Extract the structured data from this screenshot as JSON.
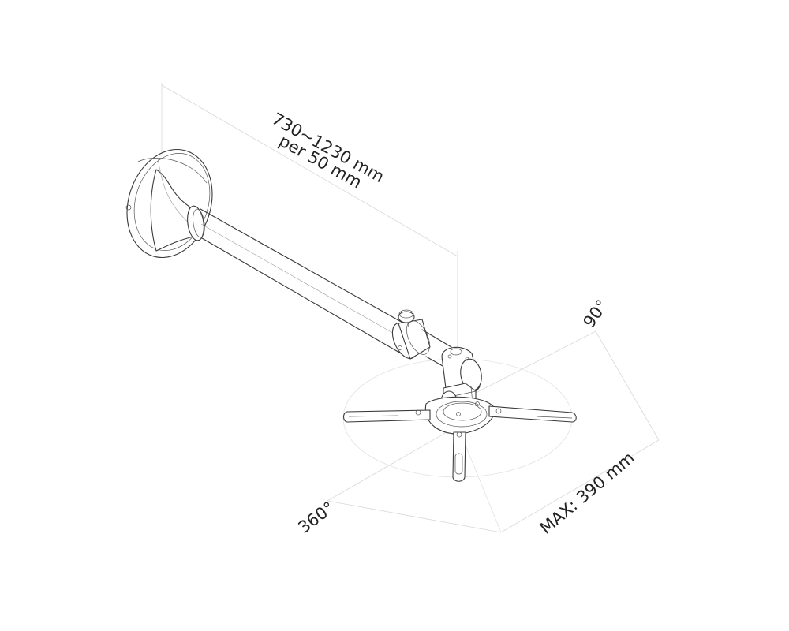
{
  "diagram": {
    "subject": "projector ceiling mount with telescopic extension pole",
    "labels": {
      "length_range": "730~1230 mm",
      "length_step": "per 50 mm",
      "tilt_angle": "90°",
      "rotation_angle": "360°",
      "max_size": "MAX: 390 mm"
    },
    "parts": [
      "ceiling-plate",
      "extension-pole",
      "height-lock-knob",
      "pole-clamp",
      "tilt-head",
      "projector-spider-bracket"
    ],
    "colors": {
      "line": "#3a3a3a",
      "guide": "#d8d8d8",
      "text": "#222222",
      "background": "#ffffff"
    }
  }
}
